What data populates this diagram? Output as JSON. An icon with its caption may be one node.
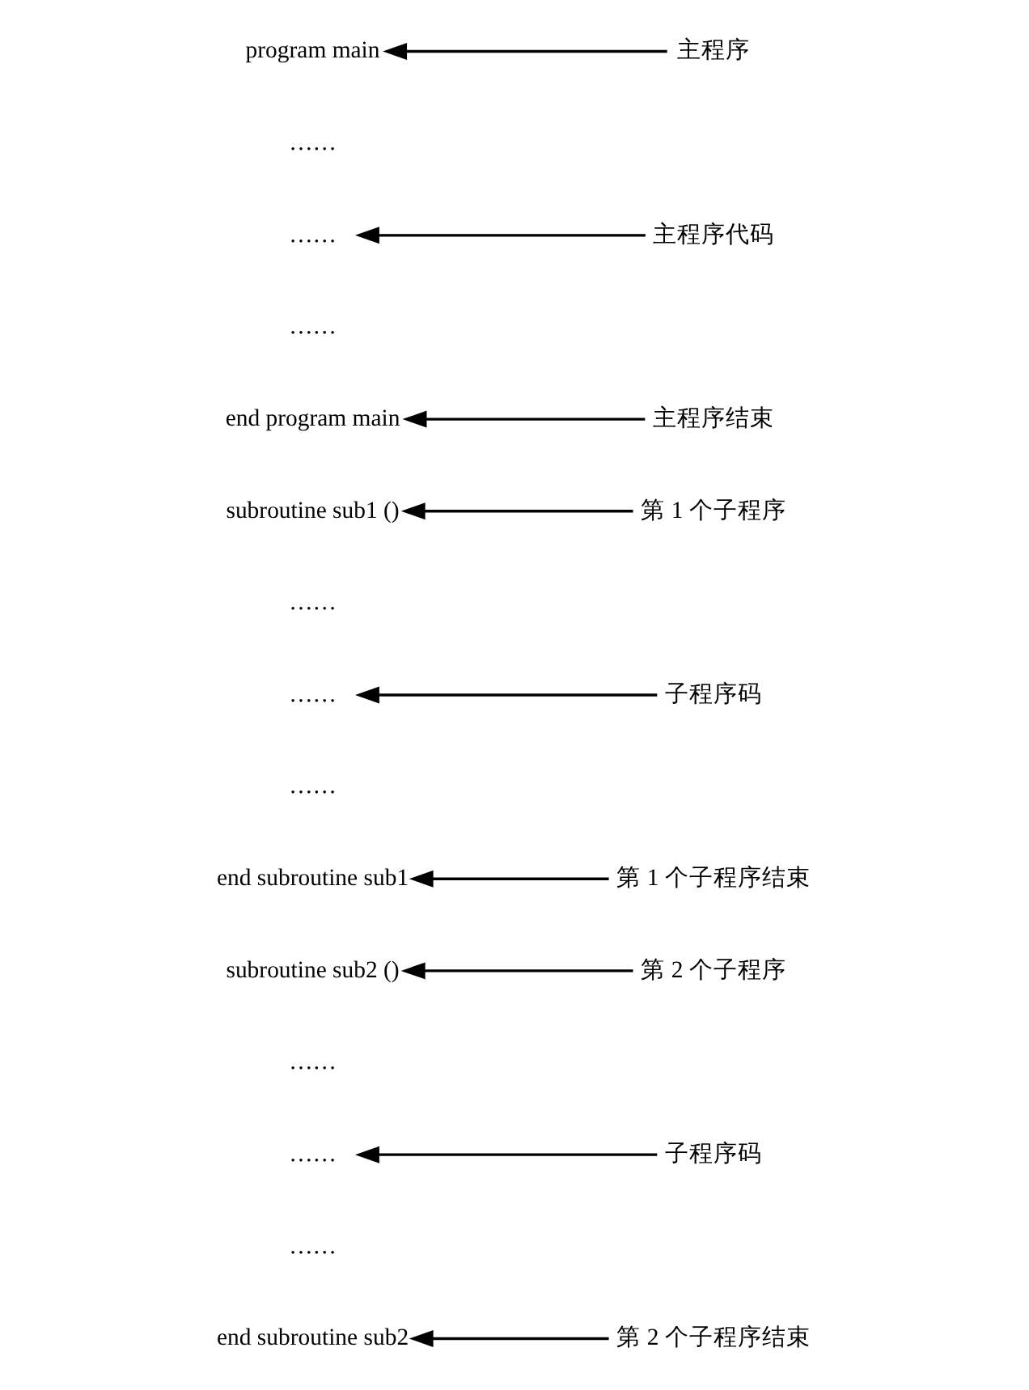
{
  "diagram": {
    "nodes": [
      {
        "text": [
          "program main"
        ]
      },
      {
        "text": [
          "主程序"
        ]
      },
      {
        "text": [
          "……"
        ]
      },
      {
        "text": [
          "主程序代码"
        ]
      },
      {
        "text": [
          "end program main"
        ]
      },
      {
        "text": [
          "主程序结束"
        ]
      },
      {
        "text": [
          "subroutine sub1 ()"
        ]
      },
      {
        "text": [
          "第 1 个子程序"
        ]
      },
      {
        "text": [
          "……"
        ]
      },
      {
        "text": [
          "子程序码"
        ]
      },
      {
        "text": [
          "end subroutine sub1"
        ]
      },
      {
        "text": [
          "第 1 个子程序结束"
        ]
      },
      {
        "text": [
          "subroutine sub2 ()"
        ]
      },
      {
        "text": [
          "第 2 个子程序"
        ]
      },
      {
        "text": [
          "……"
        ]
      },
      {
        "text": [
          "子程序码"
        ]
      },
      {
        "text": [
          "end subroutine sub2"
        ]
      },
      {
        "text": [
          "第 2 个子程序结束"
        ]
      }
    ],
    "edges": [
      {
        "from": 1,
        "to": 0,
        "arrow": "to"
      },
      {
        "from": 3,
        "to": 2,
        "arrow": "to"
      },
      {
        "from": 5,
        "to": 4,
        "arrow": "to"
      },
      {
        "from": 7,
        "to": 6,
        "arrow": "to"
      },
      {
        "from": 9,
        "to": 8,
        "arrow": "to"
      },
      {
        "from": 11,
        "to": 10,
        "arrow": "to"
      },
      {
        "from": 13,
        "to": 12,
        "arrow": "to"
      },
      {
        "from": 15,
        "to": 14,
        "arrow": "to"
      },
      {
        "from": 17,
        "to": 16,
        "arrow": "to"
      }
    ],
    "labels": [
      "……",
      "……",
      "……",
      "……",
      "……",
      "……"
    ]
  }
}
